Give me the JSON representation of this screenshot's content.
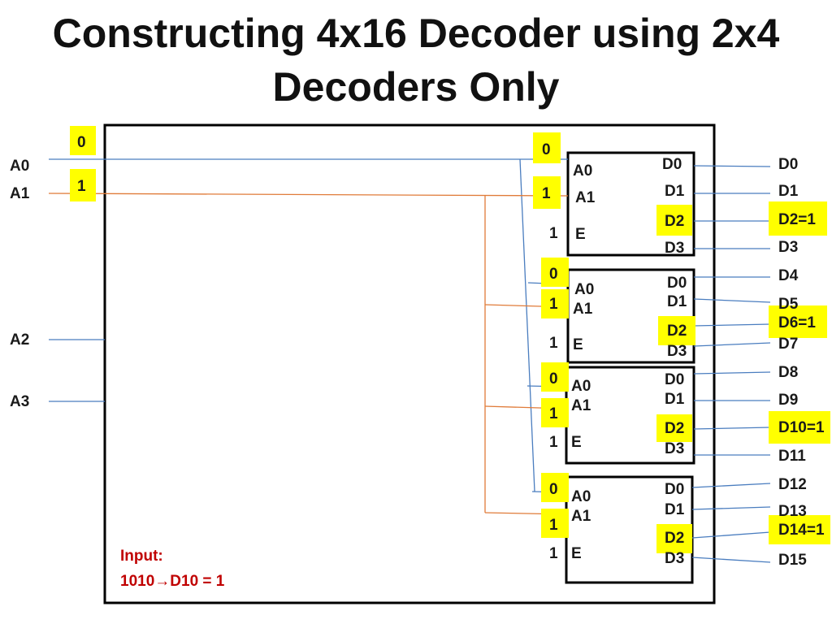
{
  "title": {
    "line1": "Constructing 4x16 Decoder using 2x4",
    "line2": "Decoders Only"
  },
  "inputs": {
    "a0": "A0",
    "a1": "A1",
    "a2": "A2",
    "a3": "A3"
  },
  "input_values": {
    "a0": "0",
    "a1": "1"
  },
  "decoders": [
    {
      "a0_value": "0",
      "a1_value": "1",
      "enable_value": "1",
      "a0": "A0",
      "a1": "A1",
      "enable": "E",
      "outputs": [
        "D0",
        "D1",
        "D2",
        "D3"
      ]
    },
    {
      "a0_value": "0",
      "a1_value": "1",
      "enable_value": "1",
      "a0": "A0",
      "a1": "A1",
      "enable": "E",
      "outputs": [
        "D0",
        "D1",
        "D2",
        "D3"
      ]
    },
    {
      "a0_value": "0",
      "a1_value": "1",
      "enable_value": "1",
      "a0": "A0",
      "a1": "A1",
      "enable": "E",
      "outputs": [
        "D0",
        "D1",
        "D2",
        "D3"
      ]
    },
    {
      "a0_value": "0",
      "a1_value": "1",
      "enable_value": "1",
      "a0": "A0",
      "a1": "A1",
      "enable": "E",
      "outputs": [
        "D0",
        "D1",
        "D2",
        "D3"
      ]
    }
  ],
  "outputs": [
    {
      "name": "D0",
      "value": ""
    },
    {
      "name": "D1",
      "value": ""
    },
    {
      "name": "D2",
      "value": "=1"
    },
    {
      "name": "D3",
      "value": ""
    },
    {
      "name": "D4",
      "value": ""
    },
    {
      "name": "D5",
      "value": ""
    },
    {
      "name": "D6",
      "value": "=1"
    },
    {
      "name": "D7",
      "value": ""
    },
    {
      "name": "D8",
      "value": ""
    },
    {
      "name": "D9",
      "value": ""
    },
    {
      "name": "D10",
      "value": "=1"
    },
    {
      "name": "D11",
      "value": ""
    },
    {
      "name": "D12",
      "value": ""
    },
    {
      "name": "D13",
      "value": ""
    },
    {
      "name": "D14",
      "value": "=1"
    },
    {
      "name": "D15",
      "value": ""
    }
  ],
  "note": {
    "line1": "Input:",
    "input_bits": "1010",
    "arrow": "→",
    "result": "D10 = 1"
  },
  "colors": {
    "highlight": "#ffff00",
    "wire_blue": "#4a7dbf",
    "wire_orange": "#e07b39",
    "note_red": "#c00000"
  }
}
